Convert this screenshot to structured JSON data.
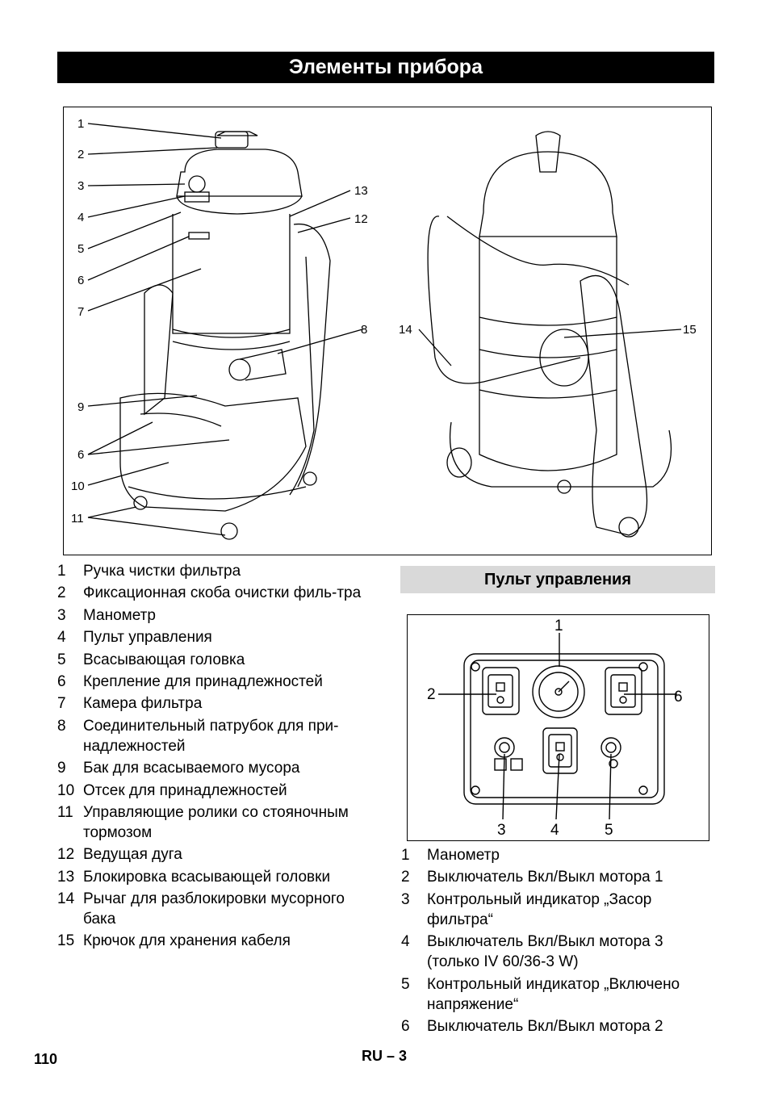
{
  "page_title": "Элементы прибора",
  "main_figure": {
    "callouts_left": [
      "1",
      "2",
      "3",
      "4",
      "5",
      "6",
      "7",
      "9",
      "6",
      "10",
      "11"
    ],
    "callouts_right": [
      "13",
      "12",
      "8",
      "14",
      "15"
    ]
  },
  "legend_left": [
    {
      "num": "1",
      "text": "Ручка чистки фильтра"
    },
    {
      "num": "2",
      "text": "Фиксационная скоба очистки филь-тра"
    },
    {
      "num": "3",
      "text": "Манометр"
    },
    {
      "num": "4",
      "text": "Пульт управления"
    },
    {
      "num": "5",
      "text": "Всасывающая головка"
    },
    {
      "num": "6",
      "text": "Крепление для принадлежностей"
    },
    {
      "num": "7",
      "text": "Камера фильтра"
    },
    {
      "num": "8",
      "text": "Соединительный патрубок для при-надлежностей"
    },
    {
      "num": "9",
      "text": "Бак для всасываемого мусора"
    },
    {
      "num": "10",
      "text": "Отсек для принадлежностей"
    },
    {
      "num": "11",
      "text": "Управляющие ролики со стояночным тормозом"
    },
    {
      "num": "12",
      "text": "Ведущая дуга"
    },
    {
      "num": "13",
      "text": "Блокировка всасывающей головки"
    },
    {
      "num": "14",
      "text": "Рычаг для разблокировки мусорного бака"
    },
    {
      "num": "15",
      "text": "Крючок для хранения кабеля"
    }
  ],
  "section": {
    "title": "Пульт управления"
  },
  "panel_figure": {
    "callouts": [
      "1",
      "2",
      "6",
      "3",
      "4",
      "5"
    ]
  },
  "legend_right": [
    {
      "num": "1",
      "text": "Манометр"
    },
    {
      "num": "2",
      "text": "Выключатель Вкл/Выкл мотора 1"
    },
    {
      "num": "3",
      "text": "Контрольный индикатор „Засор фильтра“"
    },
    {
      "num": "4",
      "text": "Выключатель Вкл/Выкл мотора 3 (только IV 60/36-3 W)"
    },
    {
      "num": "5",
      "text": "Контрольный индикатор „Включено напряжение“"
    },
    {
      "num": "6",
      "text": "Выключатель Вкл/Выкл мотора 2"
    }
  ],
  "footer": {
    "page_number": "110",
    "lang_label": "RU – 3"
  }
}
